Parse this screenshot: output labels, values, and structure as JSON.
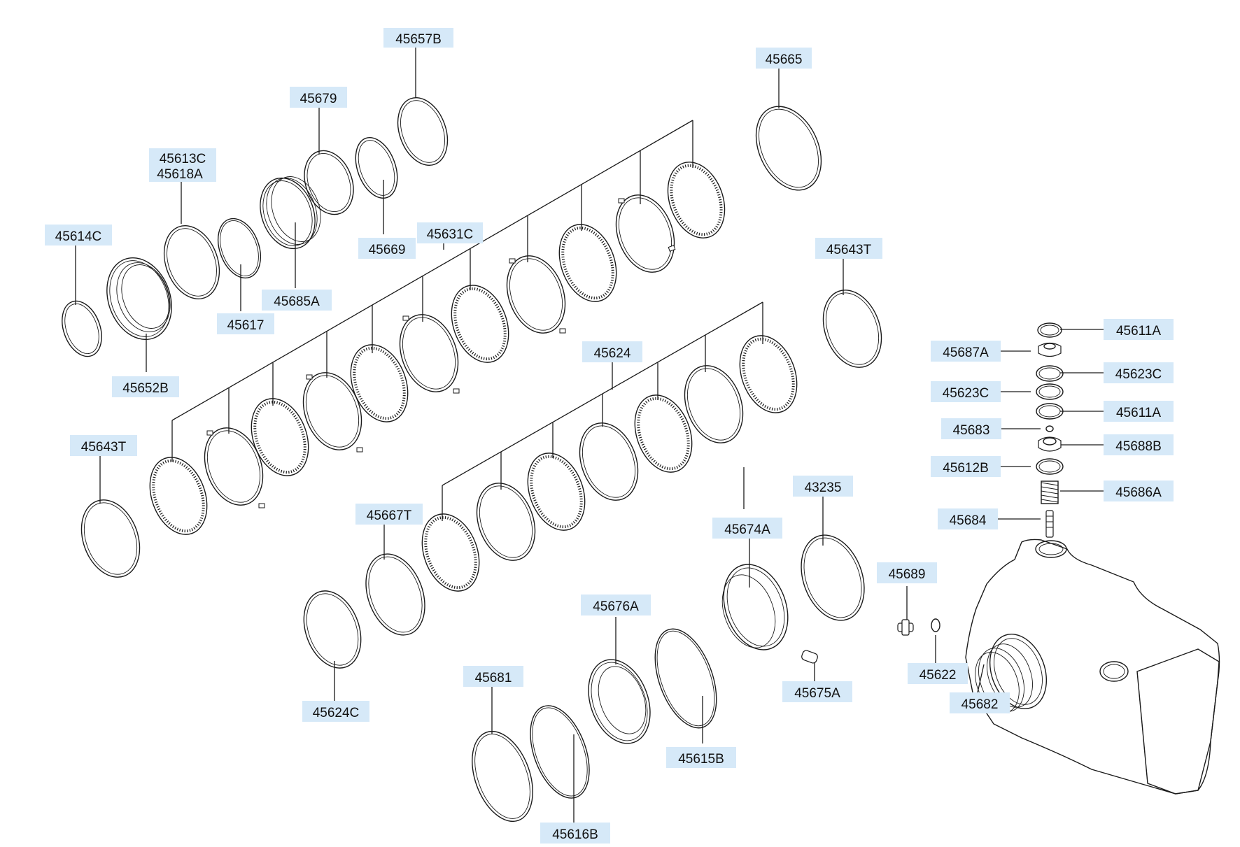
{
  "labels": {
    "l45657B": "45657B",
    "l45665": "45665",
    "l45679": "45679",
    "l45613C": "45613C",
    "l45618A": "45618A",
    "l45614C": "45614C",
    "l45631C": "45631C",
    "l45669": "45669",
    "l45685A": "45685A",
    "l45617": "45617",
    "l45652B": "45652B",
    "l45643T_top": "45643T",
    "l45643T_left": "45643T",
    "l45624": "45624",
    "l45611A_1": "45611A",
    "l45687A": "45687A",
    "l45623C_1": "45623C",
    "l45623C_2": "45623C",
    "l45611A_2": "45611A",
    "l45683": "45683",
    "l45688B": "45688B",
    "l45612B": "45612B",
    "l45686A": "45686A",
    "l45684": "45684",
    "l43235": "43235",
    "l45667T": "45667T",
    "l45674A": "45674A",
    "l45689": "45689",
    "l45676A": "45676A",
    "l45622": "45622",
    "l45682": "45682",
    "l45681": "45681",
    "l45675A": "45675A",
    "l45624C": "45624C",
    "l45615B": "45615B",
    "l45616B": "45616B"
  },
  "colors": {
    "label_background": "#d6e9f8",
    "line": "#1a1a1a"
  }
}
